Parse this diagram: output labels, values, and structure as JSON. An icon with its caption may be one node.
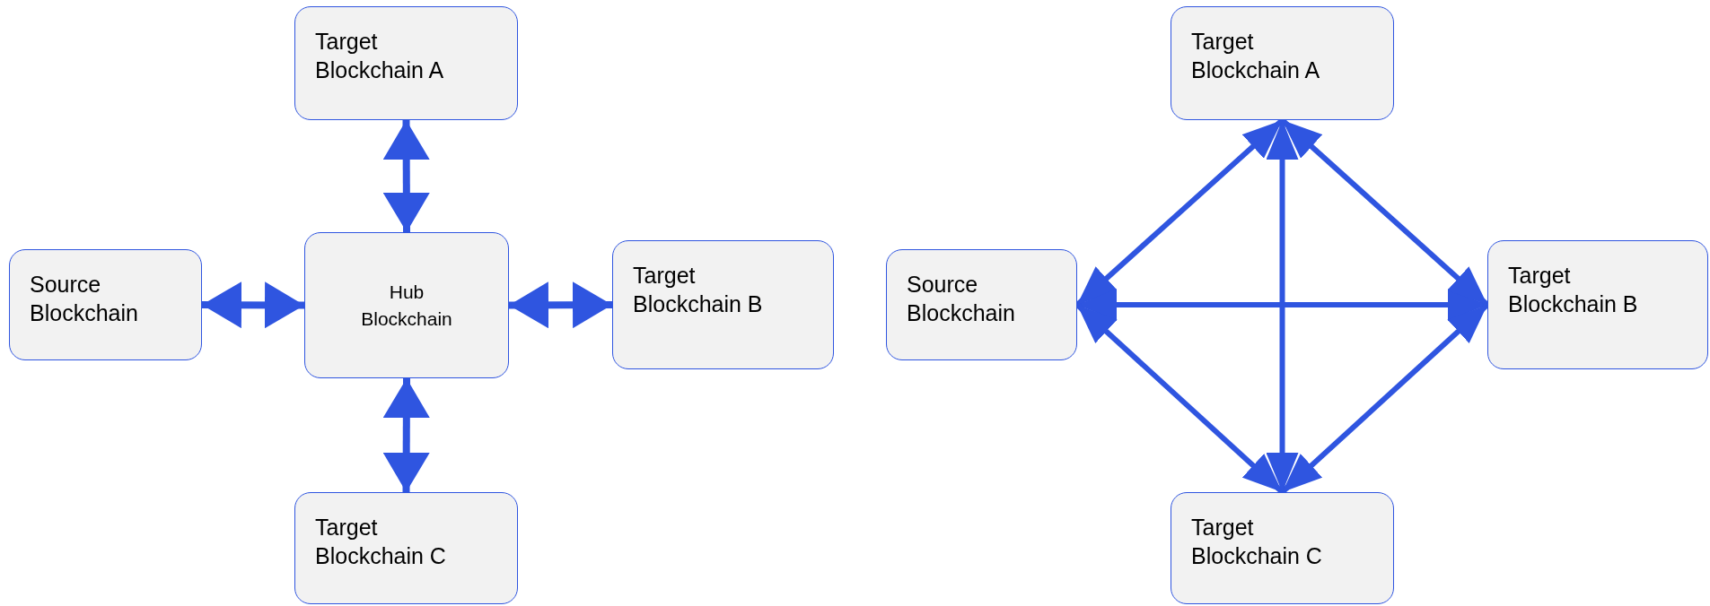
{
  "diagram": {
    "nodes": [
      {
        "text": [
          "Target Blockchain A"
        ]
      },
      {
        "text": [
          "Source Blockchain"
        ]
      },
      {
        "text": [
          "Hub Blockchain"
        ]
      },
      {
        "text": [
          "Target Blockchain B"
        ]
      },
      {
        "text": [
          "Target Blockchain C"
        ]
      },
      {
        "text": [
          "Target Blockchain A"
        ]
      },
      {
        "text": [
          "Source Blockchain"
        ]
      },
      {
        "text": [
          "Target Blockchain B"
        ]
      },
      {
        "text": [
          "Target Blockchain C"
        ]
      }
    ],
    "edges": [
      {
        "from": 2,
        "to": 0,
        "arrow": "both"
      },
      {
        "from": 1,
        "to": 2,
        "arrow": "both"
      },
      {
        "from": 2,
        "to": 3,
        "arrow": "both"
      },
      {
        "from": 2,
        "to": 4,
        "arrow": "both"
      },
      {
        "from": 6,
        "to": 5,
        "arrow": "both"
      },
      {
        "from": 6,
        "to": 7,
        "arrow": "both"
      },
      {
        "from": 6,
        "to": 8,
        "arrow": "both"
      },
      {
        "from": 5,
        "to": 7,
        "arrow": "both"
      },
      {
        "from": 5,
        "to": 8,
        "arrow": "both"
      },
      {
        "from": 7,
        "to": 8,
        "arrow": "both"
      }
    ]
  }
}
